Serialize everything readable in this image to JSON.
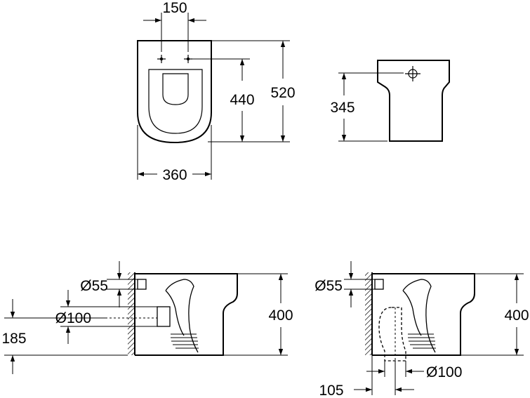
{
  "top_view": {
    "dim_hole_spacing": "150",
    "dim_hole_to_front": "440",
    "dim_total_depth": "520",
    "dim_width": "360"
  },
  "front_view": {
    "dim_height": "345"
  },
  "side_view_horizontal": {
    "dim_inlet_diameter": "Ø55",
    "dim_outlet_diameter": "Ø100",
    "dim_outlet_height": "185",
    "dim_height": "400"
  },
  "side_view_vertical": {
    "dim_inlet_diameter": "Ø55",
    "dim_height": "400",
    "dim_outlet_diameter": "Ø100",
    "dim_outlet_offset": "105"
  },
  "colors": {
    "line": "#000000",
    "background": "#ffffff"
  }
}
